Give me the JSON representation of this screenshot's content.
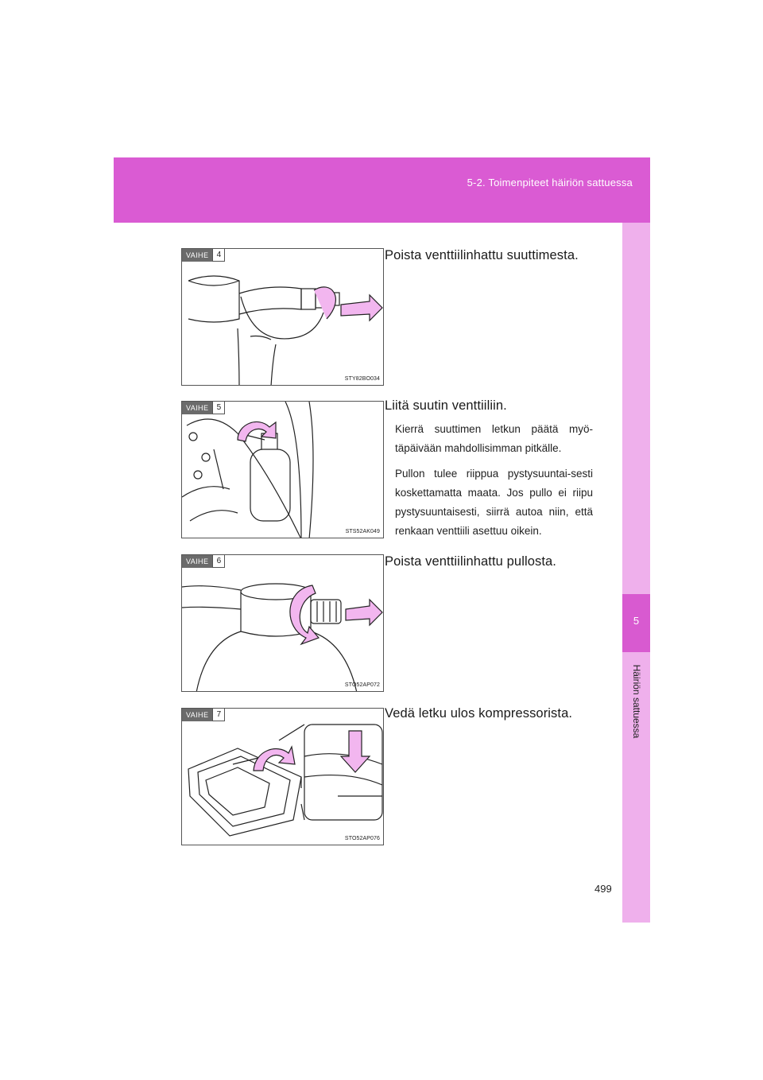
{
  "header": {
    "section_title": "5-2. Toimenpiteet häiriön sattuessa"
  },
  "chapter_tab": {
    "number": "5",
    "label": "Häiriön sattuessa"
  },
  "page_number": "499",
  "colors": {
    "header_magenta": "#da5bd3",
    "side_tab_pink": "#efb0ec",
    "badge_gray": "#6b6b6b"
  },
  "steps": [
    {
      "badge_label": "VAIHE",
      "step_number": "4",
      "figure_code": "STY82BO034",
      "heading": "Poista venttiilinhattu suuttimesta."
    },
    {
      "badge_label": "VAIHE",
      "step_number": "5",
      "figure_code": "STS52AK049",
      "heading": "Liitä suutin venttiiliin.",
      "paragraphs": [
        "Kierrä suuttimen letkun päätä myö-täpäivään mahdollisimman pitkälle.",
        "Pullon tulee riippua pystysuuntai-sesti koskettamatta maata. Jos pullo ei riipu pystysuuntaisesti, siirrä autoa niin, että renkaan venttiili asettuu oikein."
      ]
    },
    {
      "badge_label": "VAIHE",
      "step_number": "6",
      "figure_code": "STO52AP072",
      "heading": "Poista venttiilinhattu pullosta."
    },
    {
      "badge_label": "VAIHE",
      "step_number": "7",
      "figure_code": "STO52AP076",
      "heading": "Vedä letku ulos kompressorista."
    }
  ]
}
